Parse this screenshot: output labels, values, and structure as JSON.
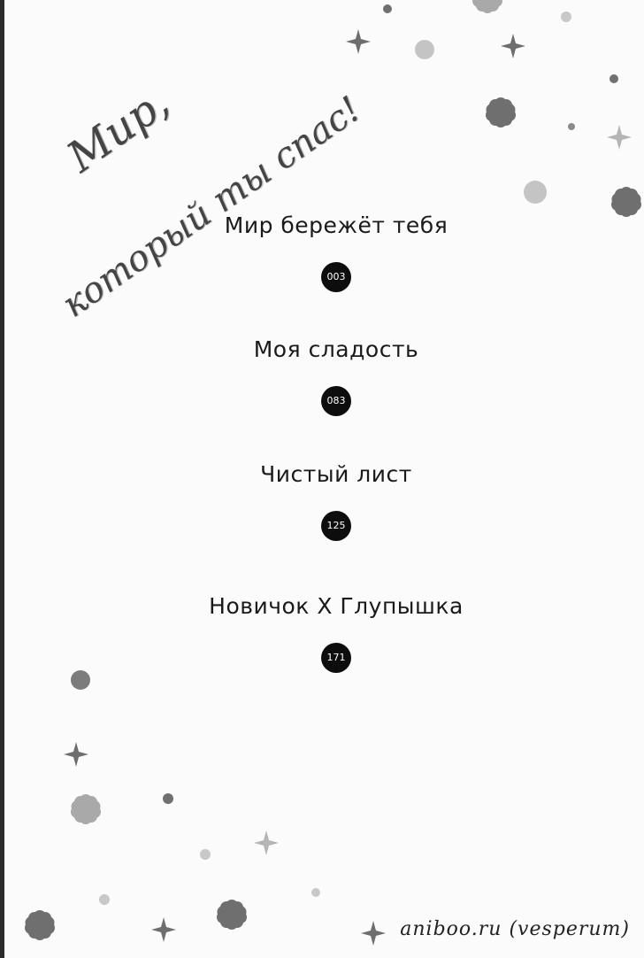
{
  "title": {
    "line1": "Мир,",
    "line2": "который ты спас!"
  },
  "toc": [
    {
      "title": "Мир бережёт тебя",
      "page": "003"
    },
    {
      "title": "Моя сладость",
      "page": "083"
    },
    {
      "title": "Чистый лист",
      "page": "125"
    },
    {
      "title": "Новичок Х Глупышка",
      "page": "171"
    }
  ],
  "credit": "aniboo.ru (vesperum)",
  "colors": {
    "badge": "#0d0d0d",
    "text": "#1a1a1a",
    "decoration": "#8a8a8a"
  },
  "icons": [
    "sparkle-icon",
    "flower-icon",
    "dot-icon"
  ]
}
